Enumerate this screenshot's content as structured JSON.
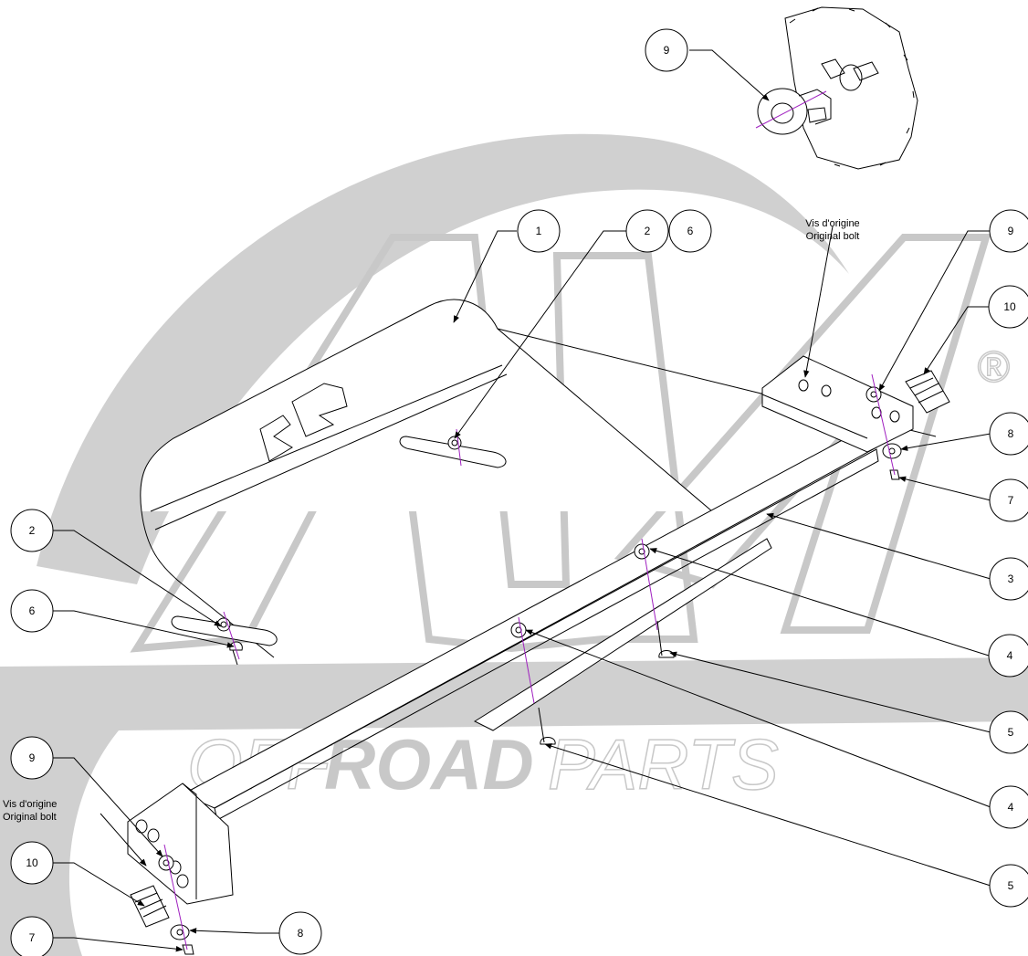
{
  "watermark": {
    "brand_text_light_left": "OFF",
    "brand_text_bold": "ROAD",
    "brand_text_light_right": "PARTS",
    "registered_mark": "®",
    "color": "#c8c8c8"
  },
  "notes": {
    "original_bolt_fr": "Vis d'origine",
    "original_bolt_en": "Original bolt"
  },
  "balloons": [
    {
      "id": "b-top-9",
      "label": "9"
    },
    {
      "id": "b-1",
      "label": "1"
    },
    {
      "id": "b-2a",
      "label": "2"
    },
    {
      "id": "b-6a",
      "label": "6"
    },
    {
      "id": "b-right-9",
      "label": "9"
    },
    {
      "id": "b-right-10",
      "label": "10"
    },
    {
      "id": "b-right-8",
      "label": "8"
    },
    {
      "id": "b-right-7",
      "label": "7"
    },
    {
      "id": "b-3",
      "label": "3"
    },
    {
      "id": "b-4a",
      "label": "4"
    },
    {
      "id": "b-5a",
      "label": "5"
    },
    {
      "id": "b-4b",
      "label": "4"
    },
    {
      "id": "b-5b",
      "label": "5"
    },
    {
      "id": "b-left-2",
      "label": "2"
    },
    {
      "id": "b-left-6",
      "label": "6"
    },
    {
      "id": "b-left-9",
      "label": "9"
    },
    {
      "id": "b-left-10",
      "label": "10"
    },
    {
      "id": "b-left-8",
      "label": "8"
    },
    {
      "id": "b-left-7",
      "label": "7"
    }
  ],
  "colors": {
    "line": "#000000",
    "axis": "#a020c0",
    "watermark": "#c8c8c8"
  }
}
